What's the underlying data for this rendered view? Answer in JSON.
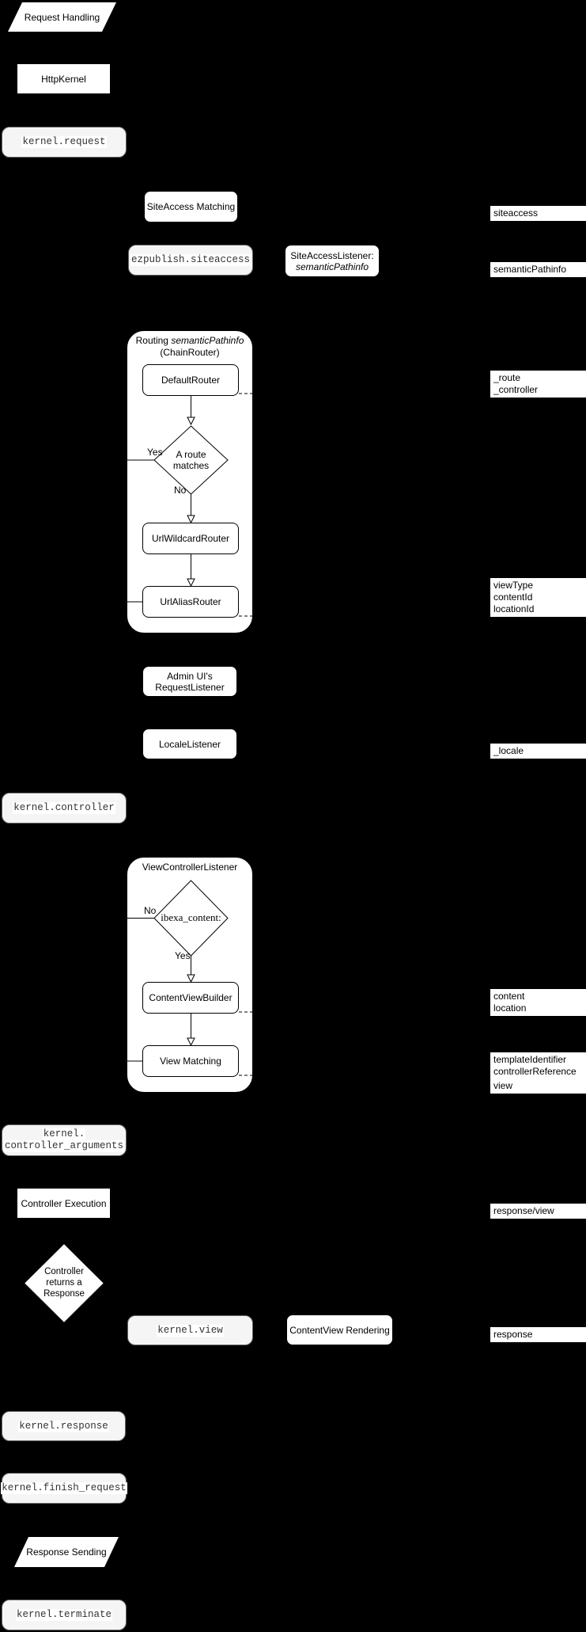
{
  "diagram": {
    "colors": {
      "background": "#000000",
      "node_fill": "#ffffff",
      "node_stroke": "#000000",
      "event_fill": "#f5f5f5",
      "event_stroke": "#666666",
      "event_text": "#333333",
      "side_label_fill": "#ffffff"
    },
    "nodes": {
      "request_handling": "Request Handling",
      "http_kernel": "HttpKernel",
      "kernel_request": "kernel.request",
      "siteaccess_matching": "SiteAccess Matching",
      "ezpublish_siteaccess": "ezpublish.siteaccess",
      "siteaccess_listener": [
        "SiteAccessListener:",
        "semanticPathinfo"
      ],
      "routing_title": [
        "Routing ",
        "semanticPathinfo",
        "(ChainRouter)"
      ],
      "default_router": "DefaultRouter",
      "route_matches": [
        "A route",
        "matches"
      ],
      "yes": "Yes",
      "no": "No",
      "url_wildcard_router": "UrlWildcardRouter",
      "url_alias_router": "UrlAliasRouter",
      "admin_ui_request_listener": [
        "Admin UI's",
        "RequestListener"
      ],
      "locale_listener": "LocaleListener",
      "kernel_controller": "kernel.controller",
      "view_controller_listener": "ViewControllerListener",
      "ibexa_content": "ibexa_content:",
      "content_view_builder": "ContentViewBuilder",
      "view_matching": "View Matching",
      "kernel_controller_arguments": [
        "kernel.",
        "controller_arguments"
      ],
      "controller_execution": "Controller Execution",
      "controller_returns_response": [
        "Controller",
        "returns a",
        "Response"
      ],
      "kernel_view": "kernel.view",
      "contentview_rendering": "ContentView Rendering",
      "kernel_response": "kernel.response",
      "kernel_finish_request": "kernel.finish_request",
      "response_sending": "Response Sending",
      "kernel_terminate": "kernel.terminate"
    },
    "side_labels": {
      "siteaccess": "siteaccess",
      "semantic_pathinfo": "semanticPathinfo",
      "route_controller": [
        "_route",
        "_controller"
      ],
      "view_params": [
        "viewType",
        "contentId",
        "locationId"
      ],
      "locale": "_locale",
      "content_location": [
        "content",
        "location"
      ],
      "template_controller": [
        "templateIdentifier",
        "controllerReference"
      ],
      "view": "view",
      "response_view": "response/view",
      "response": "response"
    }
  }
}
